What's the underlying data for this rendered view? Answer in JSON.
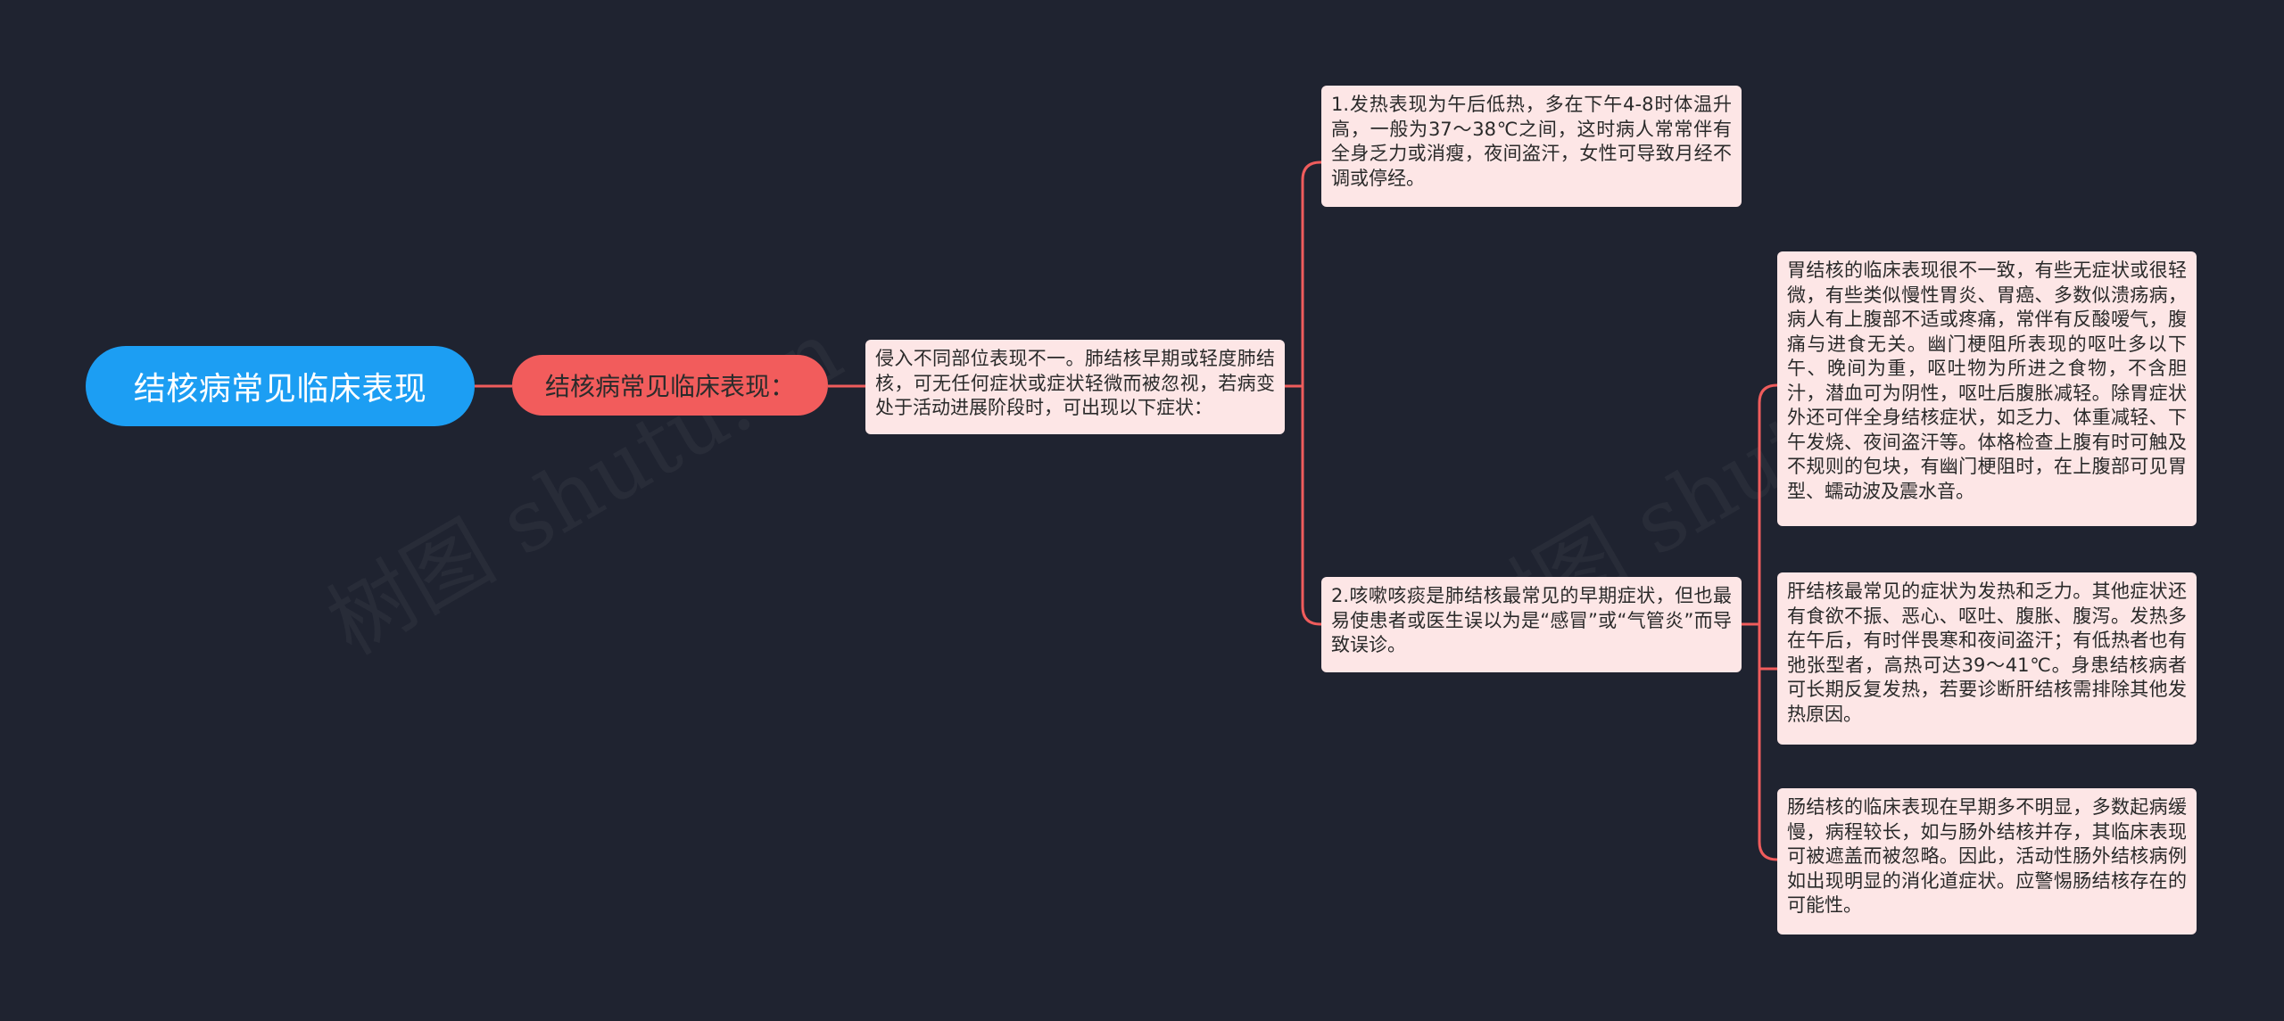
{
  "watermark": "树图 shutu.cn",
  "root": {
    "label": "结核病常见临床表现"
  },
  "branch": {
    "label": "结核病常见临床表现："
  },
  "intro": {
    "text": "侵入不同部位表现不一。肺结核早期或轻度肺结核，可无任何症状或症状轻微而被忽视，若病变处于活动进展阶段时，可出现以下症状："
  },
  "symptoms": [
    {
      "text": "1.发热表现为午后低热，多在下午4-8时体温升高，一般为37～38℃之间，这时病人常常伴有全身乏力或消瘦，夜间盗汗，女性可导致月经不调或停经。"
    },
    {
      "text": "2.咳嗽咳痰是肺结核最常见的早期症状，但也最易使患者或医生误以为是“感冒”或“气管炎”而导致误诊。"
    }
  ],
  "details": [
    {
      "text": "胃结核的临床表现很不一致，有些无症状或很轻微，有些类似慢性胃炎、胃癌、多数似溃疡病，病人有上腹部不适或疼痛，常伴有反酸嗳气，腹痛与进食无关。幽门梗阻所表现的呕吐多以下午、晚间为重，呕吐物为所进之食物，不含胆汁，潜血可为阴性，呕吐后腹胀减轻。除胃症状外还可伴全身结核症状，如乏力、体重减轻、下午发烧、夜间盗汗等。体格检查上腹有时可触及不规则的包块，有幽门梗阻时，在上腹部可见胃型、蠕动波及震水音。"
    },
    {
      "text": "肝结核最常见的症状为发热和乏力。其他症状还有食欲不振、恶心、呕吐、腹胀、腹泻。发热多在午后，有时伴畏寒和夜间盗汗；有低热者也有弛张型者，高热可达39～41℃。身患结核病者可长期反复发热，若要诊断肝结核需排除其他发热原因。"
    },
    {
      "text": "肠结核的临床表现在早期多不明显，多数起病缓慢，病程较长，如与肠外结核并存，其临床表现可被遮盖而被忽略。因此，活动性肠外结核病例如出现明显的消化道症状。应警惕肠结核存在的可能性。"
    }
  ],
  "colors": {
    "background": "#1f2330",
    "root": "#1c9ef3",
    "branch": "#f25c5c",
    "leaf": "#fde6e6",
    "connector": "#ef5c5c"
  }
}
